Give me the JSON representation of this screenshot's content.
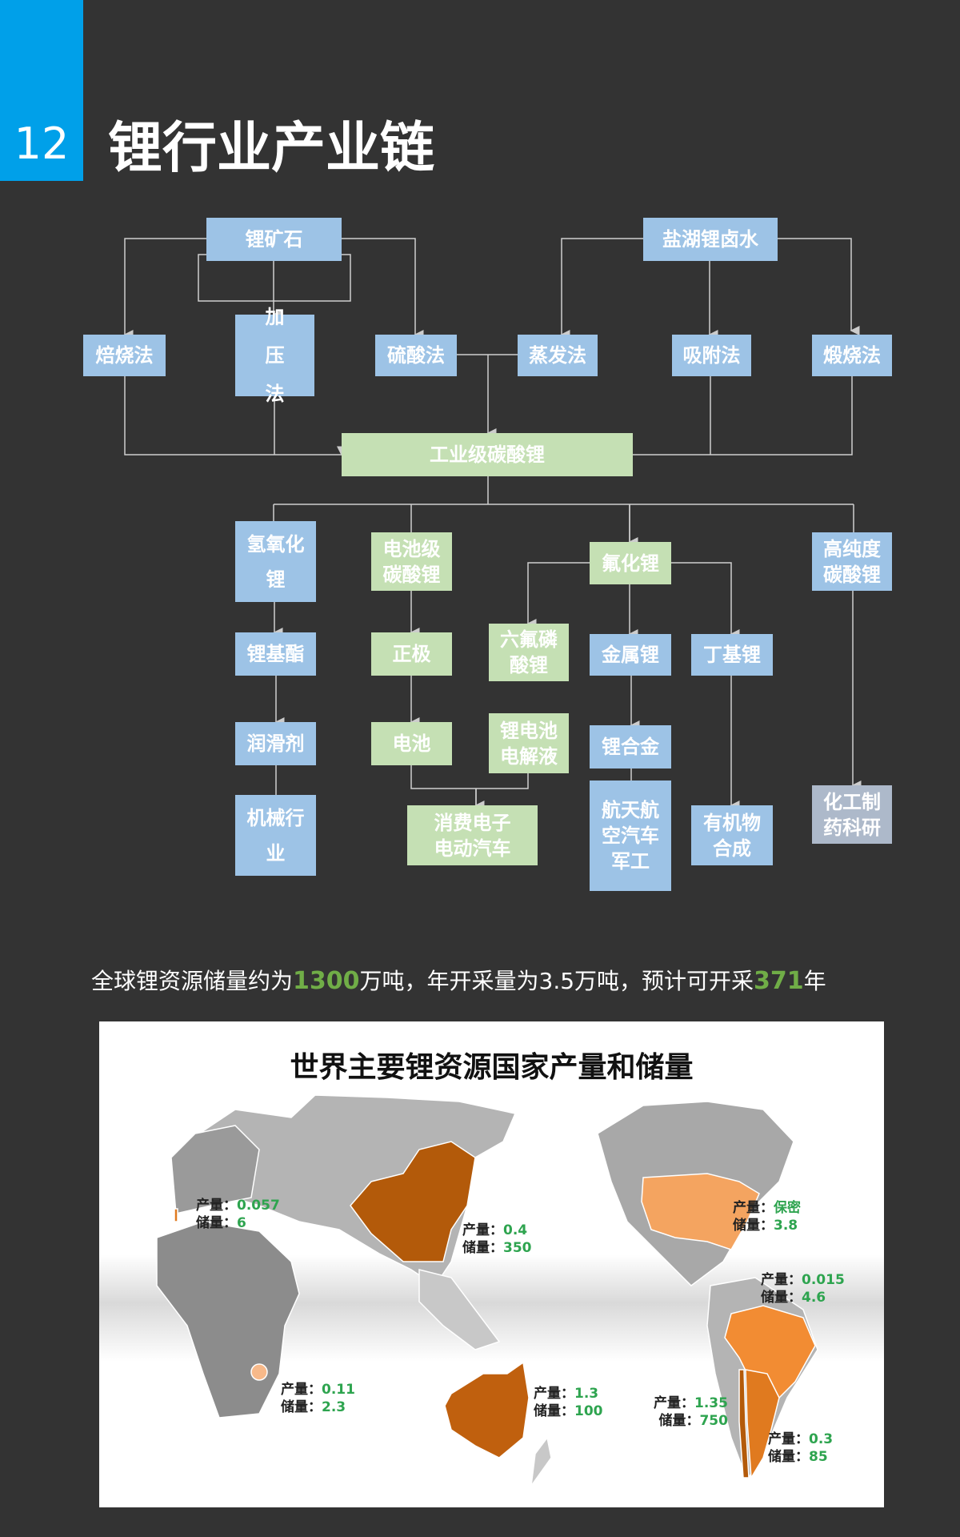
{
  "header": {
    "number": "12",
    "title": "锂行业产业链"
  },
  "colors": {
    "accent": "#00a0e9",
    "blue_box": "#9dc3e6",
    "green_box": "#c5e0b4",
    "grey_box": "#adb9ca",
    "highlight": "#70ad47"
  },
  "diagram": {
    "sources": {
      "ore": "锂矿石",
      "brine": "盐湖锂卤水"
    },
    "methods": {
      "roast": "焙烧法",
      "pressure": "加压法",
      "sulfuric": "硫酸法",
      "evaporate": "蒸发法",
      "adsorb": "吸附法",
      "calcine": "煅烧法"
    },
    "center": "工业级碳酸锂",
    "products": {
      "hydroxide": "氢氧化锂",
      "battery_carbonate": "电池级碳酸锂",
      "fluoride": "氟化锂",
      "high_purity": "高纯度碳酸锂",
      "grease": "锂基酯",
      "cathode": "正极",
      "lipf6": "六氟磷酸锂",
      "metal": "金属锂",
      "butyl": "丁基锂",
      "lubricant": "润滑剂",
      "battery": "电池",
      "electrolyte": "锂电池电解液",
      "alloy": "锂合金",
      "machinery": "机械行业",
      "consumer": "消费电子电动汽车",
      "aerospace": "航天航空汽车军工",
      "organic": "有机物合成",
      "pharma": "化工制药科研"
    }
  },
  "summary": {
    "p1": "全球锂资源储量约为",
    "reserve": "1300",
    "p2": "万吨，年开采量为3.5万吨，预计可开采",
    "years": "371",
    "p3": "年"
  },
  "map": {
    "title": "世界主要锂资源国家产量和储量",
    "prod_label": "产量：",
    "reserve_label": "储量：",
    "countries": [
      {
        "prod": "0.057",
        "reserve": "6"
      },
      {
        "prod": "0.4",
        "reserve": "350"
      },
      {
        "prod": "0.11",
        "reserve": "2.3"
      },
      {
        "prod": "1.3",
        "reserve": "100"
      },
      {
        "prod": "保密",
        "reserve": "3.8"
      },
      {
        "prod": "0.015",
        "reserve": "4.6"
      },
      {
        "prod": "1.35",
        "reserve": "750"
      },
      {
        "prod": "0.3",
        "reserve": "85"
      }
    ]
  }
}
